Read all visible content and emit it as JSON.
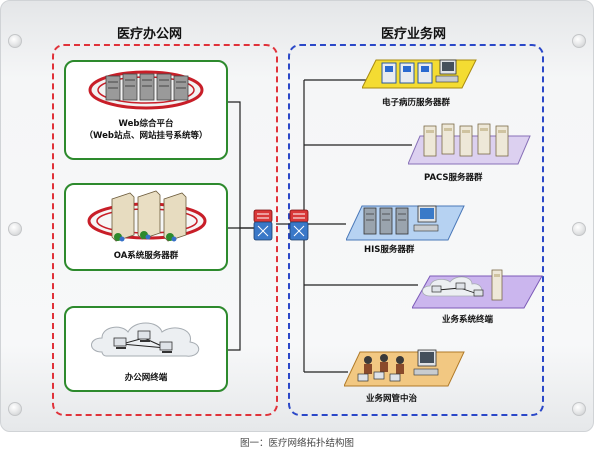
{
  "office_zone": {
    "title": "医疗办公网",
    "web_platform": {
      "line1": "Web综合平台",
      "line2": "（Web站点、网站挂号系统等）"
    },
    "oa_servers": "OA系统服务器群",
    "office_terminals": "办公网终端"
  },
  "business_zone": {
    "title": "医疗业务网",
    "emr_servers": "电子病历服务器群",
    "pacs_servers": "PACS服务器群",
    "his_servers": "HIS服务器群",
    "business_terminals": "业务系统终端",
    "network_management": "业务网管中治"
  },
  "caption": "图一：医疗网络拓扑结构图",
  "colors": {
    "office_border": "#e0323a",
    "business_border": "#2b48c8",
    "card_border": "#2d8a2d"
  }
}
